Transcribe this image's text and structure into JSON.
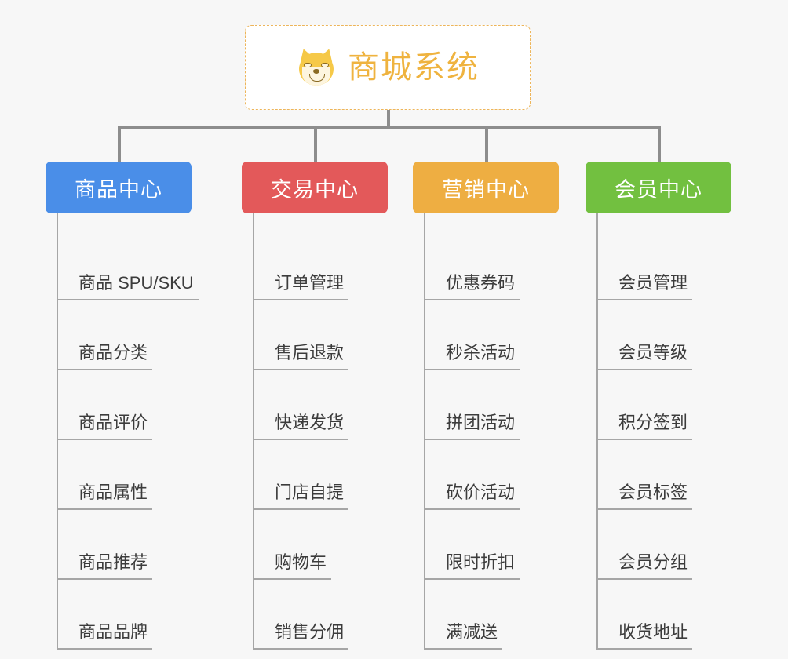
{
  "root": {
    "title": "商城系统",
    "icon": "shiba-inu-dog-emoji",
    "border_color": "#edb55a",
    "text_color": "#efb33f",
    "background": "#ffffff"
  },
  "page": {
    "background": "#f7f7f7",
    "connector_color": "#8d8d8d",
    "leaf_line_color": "#a6a6a6",
    "leaf_text_color": "#3c3c3c"
  },
  "branches": [
    {
      "label": "商品中心",
      "color": "#4a8ee8",
      "items": [
        "商品 SPU/SKU",
        "商品分类",
        "商品评价",
        "商品属性",
        "商品推荐",
        "商品品牌"
      ]
    },
    {
      "label": "交易中心",
      "color": "#e3595a",
      "items": [
        "订单管理",
        "售后退款",
        "快递发货",
        "门店自提",
        "购物车",
        "销售分佣"
      ]
    },
    {
      "label": "营销中心",
      "color": "#eeae42",
      "items": [
        "优惠券码",
        "秒杀活动",
        "拼团活动",
        "砍价活动",
        "限时折扣",
        "满减送"
      ]
    },
    {
      "label": "会员中心",
      "color": "#72c040",
      "items": [
        "会员管理",
        "会员等级",
        "积分签到",
        "会员标签",
        "会员分组",
        "收货地址"
      ]
    }
  ]
}
